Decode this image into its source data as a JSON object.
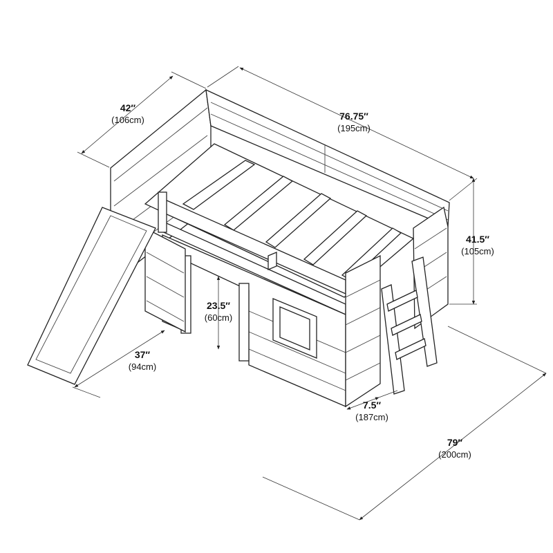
{
  "dimensions": {
    "depth": {
      "value": "42″",
      "metric": "(106cm)"
    },
    "length": {
      "value": "76.75″",
      "metric": "(195cm)"
    },
    "height": {
      "value": "41.5″",
      "metric": "(105cm)"
    },
    "under_height": {
      "value": "23.5″",
      "metric": "(60cm)"
    },
    "slide_length": {
      "value": "37″",
      "metric": "(94cm)"
    },
    "ladder_offset": {
      "value": "7.5″",
      "metric": "(187cm)"
    },
    "total_length": {
      "value": "79″",
      "metric": "(200cm)"
    }
  }
}
